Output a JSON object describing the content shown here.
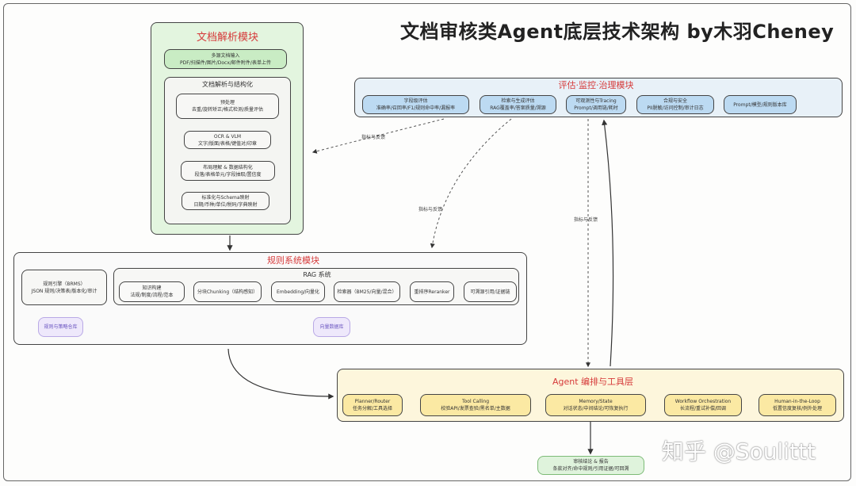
{
  "title": "文档审核类Agent底层技术架构 by木羽Cheney",
  "watermark": "知乎 @Soulittt",
  "parsing": {
    "title": "文档解析模块",
    "input": {
      "title": "多源文档输入",
      "desc": "PDF/扫描件/图片/Docx/邮件附件/表单上传"
    },
    "inner_title": "文档解析与结构化",
    "steps": [
      {
        "title": "预处理",
        "desc": "去重/旋转矫正/格式检测/质量评估"
      },
      {
        "title": "OCR & VLM",
        "desc": "文字/版面/表格/键值对/印章"
      },
      {
        "title": "布局理解 & 数据结构化",
        "desc": "段落/表格单元/字段抽取/置信度"
      },
      {
        "title": "标准化与Schema映射",
        "desc": "日期/币种/单位/税码/字典映射"
      }
    ]
  },
  "eval": {
    "title": "评估·监控·治理模块",
    "items": [
      {
        "title": "字段级评估",
        "desc": "准确率/召回率/F1/规则命中率/漏报率"
      },
      {
        "title": "检索与生成评估",
        "desc": "RAG覆盖率/答案质量/溯源"
      },
      {
        "title": "可观测性与Tracing",
        "desc": "Prompt/调用链/耗时"
      },
      {
        "title": "合规与安全",
        "desc": "PII脱敏/访问控制/审计日志"
      },
      {
        "title": "",
        "desc": "Prompt/模型/规则版本库"
      }
    ]
  },
  "rules": {
    "title": "规则系统模块",
    "engine": {
      "title": "规则引擎（BRMS）",
      "desc": "JSON 规则/决策表/版本化/审计"
    },
    "engine_store": "规则与策略仓库",
    "rag_title": "RAG 系统",
    "rag_items": [
      {
        "title": "知识构建",
        "desc": "法规/制度/流程/范本"
      },
      {
        "title": "",
        "desc": "分块Chunking（结构感知）"
      },
      {
        "title": "",
        "desc": "Embedding/向量化"
      },
      {
        "title": "",
        "desc": "检索器（BM25/向量/混合）"
      },
      {
        "title": "",
        "desc": "重排序Reranker"
      },
      {
        "title": "",
        "desc": "可溯源引用/证据链"
      }
    ],
    "vector_store": "向量数据库"
  },
  "agent": {
    "title": "Agent 编排与工具层",
    "items": [
      {
        "title": "Planner/Router",
        "desc": "任务分解/工具选择"
      },
      {
        "title": "Tool Calling",
        "desc": "校验API/发票查验/黑名单/主数据"
      },
      {
        "title": "Memory/State",
        "desc": "对话状态/中间结论/可恢复执行"
      },
      {
        "title": "Workflow Orchestration",
        "desc": "长流程/重试补偿/回调"
      },
      {
        "title": "Human-in-the-Loop",
        "desc": "低置信度复核/例外处理"
      }
    ]
  },
  "output": {
    "title": "审核结论 & 报告",
    "desc": "条款对齐/命中规则/引用证据/可回溯"
  },
  "edge_labels": [
    "指标与反馈",
    "指标与反馈",
    "指标与反馈"
  ],
  "colors": {
    "title_red": "#d63a3a",
    "green": "#dff3dc",
    "blue": "#d7e9f7",
    "yellow": "#fdf3d0",
    "purple": "#eee8fb",
    "gray": "#f4f4f2"
  }
}
